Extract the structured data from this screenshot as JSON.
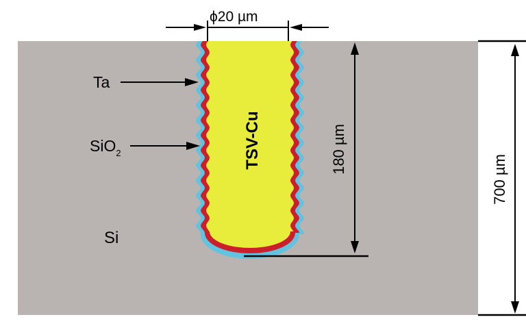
{
  "diagram": {
    "width_label": "ϕ20 µm",
    "depth_label": "180 µm",
    "thickness_label": "700 µm",
    "via_label": "TSV-Cu",
    "substrate_label": "Si",
    "layer_labels": {
      "tantalum": "Ta",
      "oxide_main": "SiO",
      "oxide_subscript": "2"
    },
    "colors": {
      "substrate": "#b9b4b1",
      "copper": "#e8ec3a",
      "tantalum": "#cc1f2c",
      "oxide": "#62c3e0",
      "ink": "#000000"
    }
  }
}
